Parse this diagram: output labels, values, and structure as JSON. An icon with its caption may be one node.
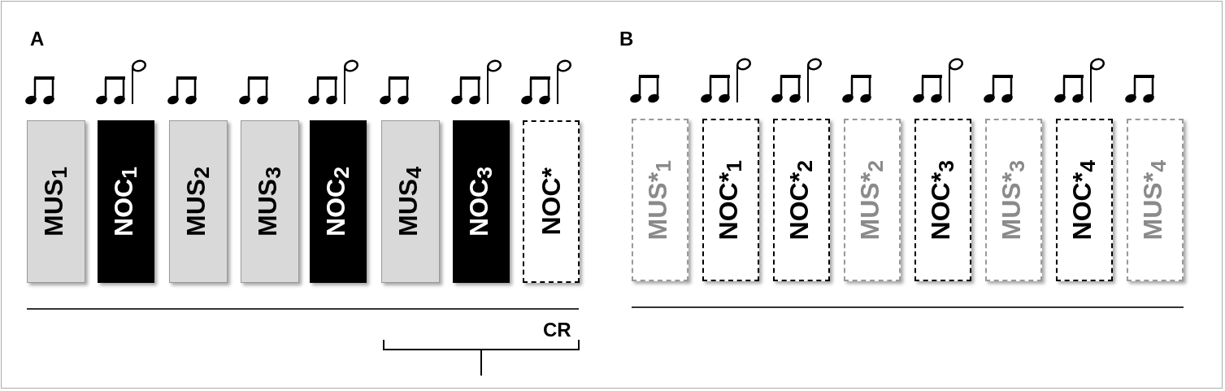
{
  "diagram": {
    "nodes": [
      {
        "text": [
          "MUS$_{1}$"
        ]
      },
      {
        "text": [
          "NOC$_{1}$"
        ]
      },
      {
        "text": [
          "MUS$_{2}$"
        ]
      },
      {
        "text": [
          "MUS$_{3}$"
        ]
      },
      {
        "text": [
          "NOC$_{2}$"
        ]
      },
      {
        "text": [
          "MUS$_{4}$"
        ]
      },
      {
        "text": [
          "NOC$_{3}$"
        ]
      },
      {
        "text": [
          "NOC*"
        ]
      },
      {
        "text": [
          "MUS*$_{1}$"
        ]
      },
      {
        "text": [
          "NOC*$_{1}$"
        ]
      },
      {
        "text": [
          "NOC*$_{2}$"
        ]
      },
      {
        "text": [
          "MUS*$_{2}$"
        ]
      },
      {
        "text": [
          "NOC*$_{3}$"
        ]
      },
      {
        "text": [
          "MUS*$_{3}$"
        ]
      },
      {
        "text": [
          "NOC*$_{4}$"
        ]
      },
      {
        "text": [
          "MUS*$_{4}$"
        ]
      }
    ],
    "edges": [],
    "labels": [
      "A",
      "B",
      "CR"
    ]
  }
}
